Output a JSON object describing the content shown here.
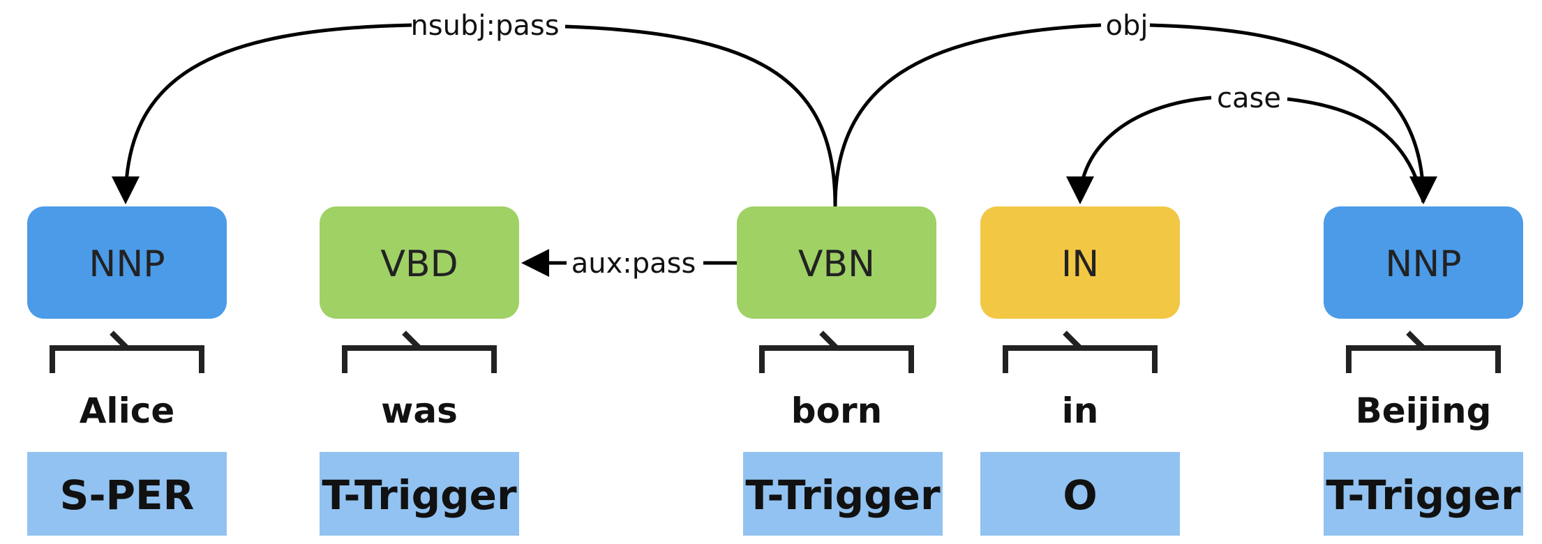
{
  "colors": {
    "NNP": "#4b9be8",
    "VB": "#9fd165",
    "IN": "#f2c744",
    "ner_box": "#91c2f1"
  },
  "tokens": [
    {
      "word": "Alice",
      "pos": "NNP",
      "ner": "S-PER"
    },
    {
      "word": "was",
      "pos": "VBD",
      "ner": "T-Trigger"
    },
    {
      "word": "born",
      "pos": "VBN",
      "ner": "T-Trigger"
    },
    {
      "word": "in",
      "pos": "IN",
      "ner": "O"
    },
    {
      "word": "Beijing",
      "pos": "NNP",
      "ner": "T-Trigger"
    }
  ],
  "arcs": [
    {
      "label": "nsubj:pass",
      "head": "born",
      "dependent": "Alice"
    },
    {
      "label": "obj",
      "head": "born",
      "dependent": "Beijing"
    },
    {
      "label": "case",
      "head": "Beijing",
      "dependent": "in"
    },
    {
      "label": "aux:pass",
      "head": "born",
      "dependent": "was"
    }
  ]
}
